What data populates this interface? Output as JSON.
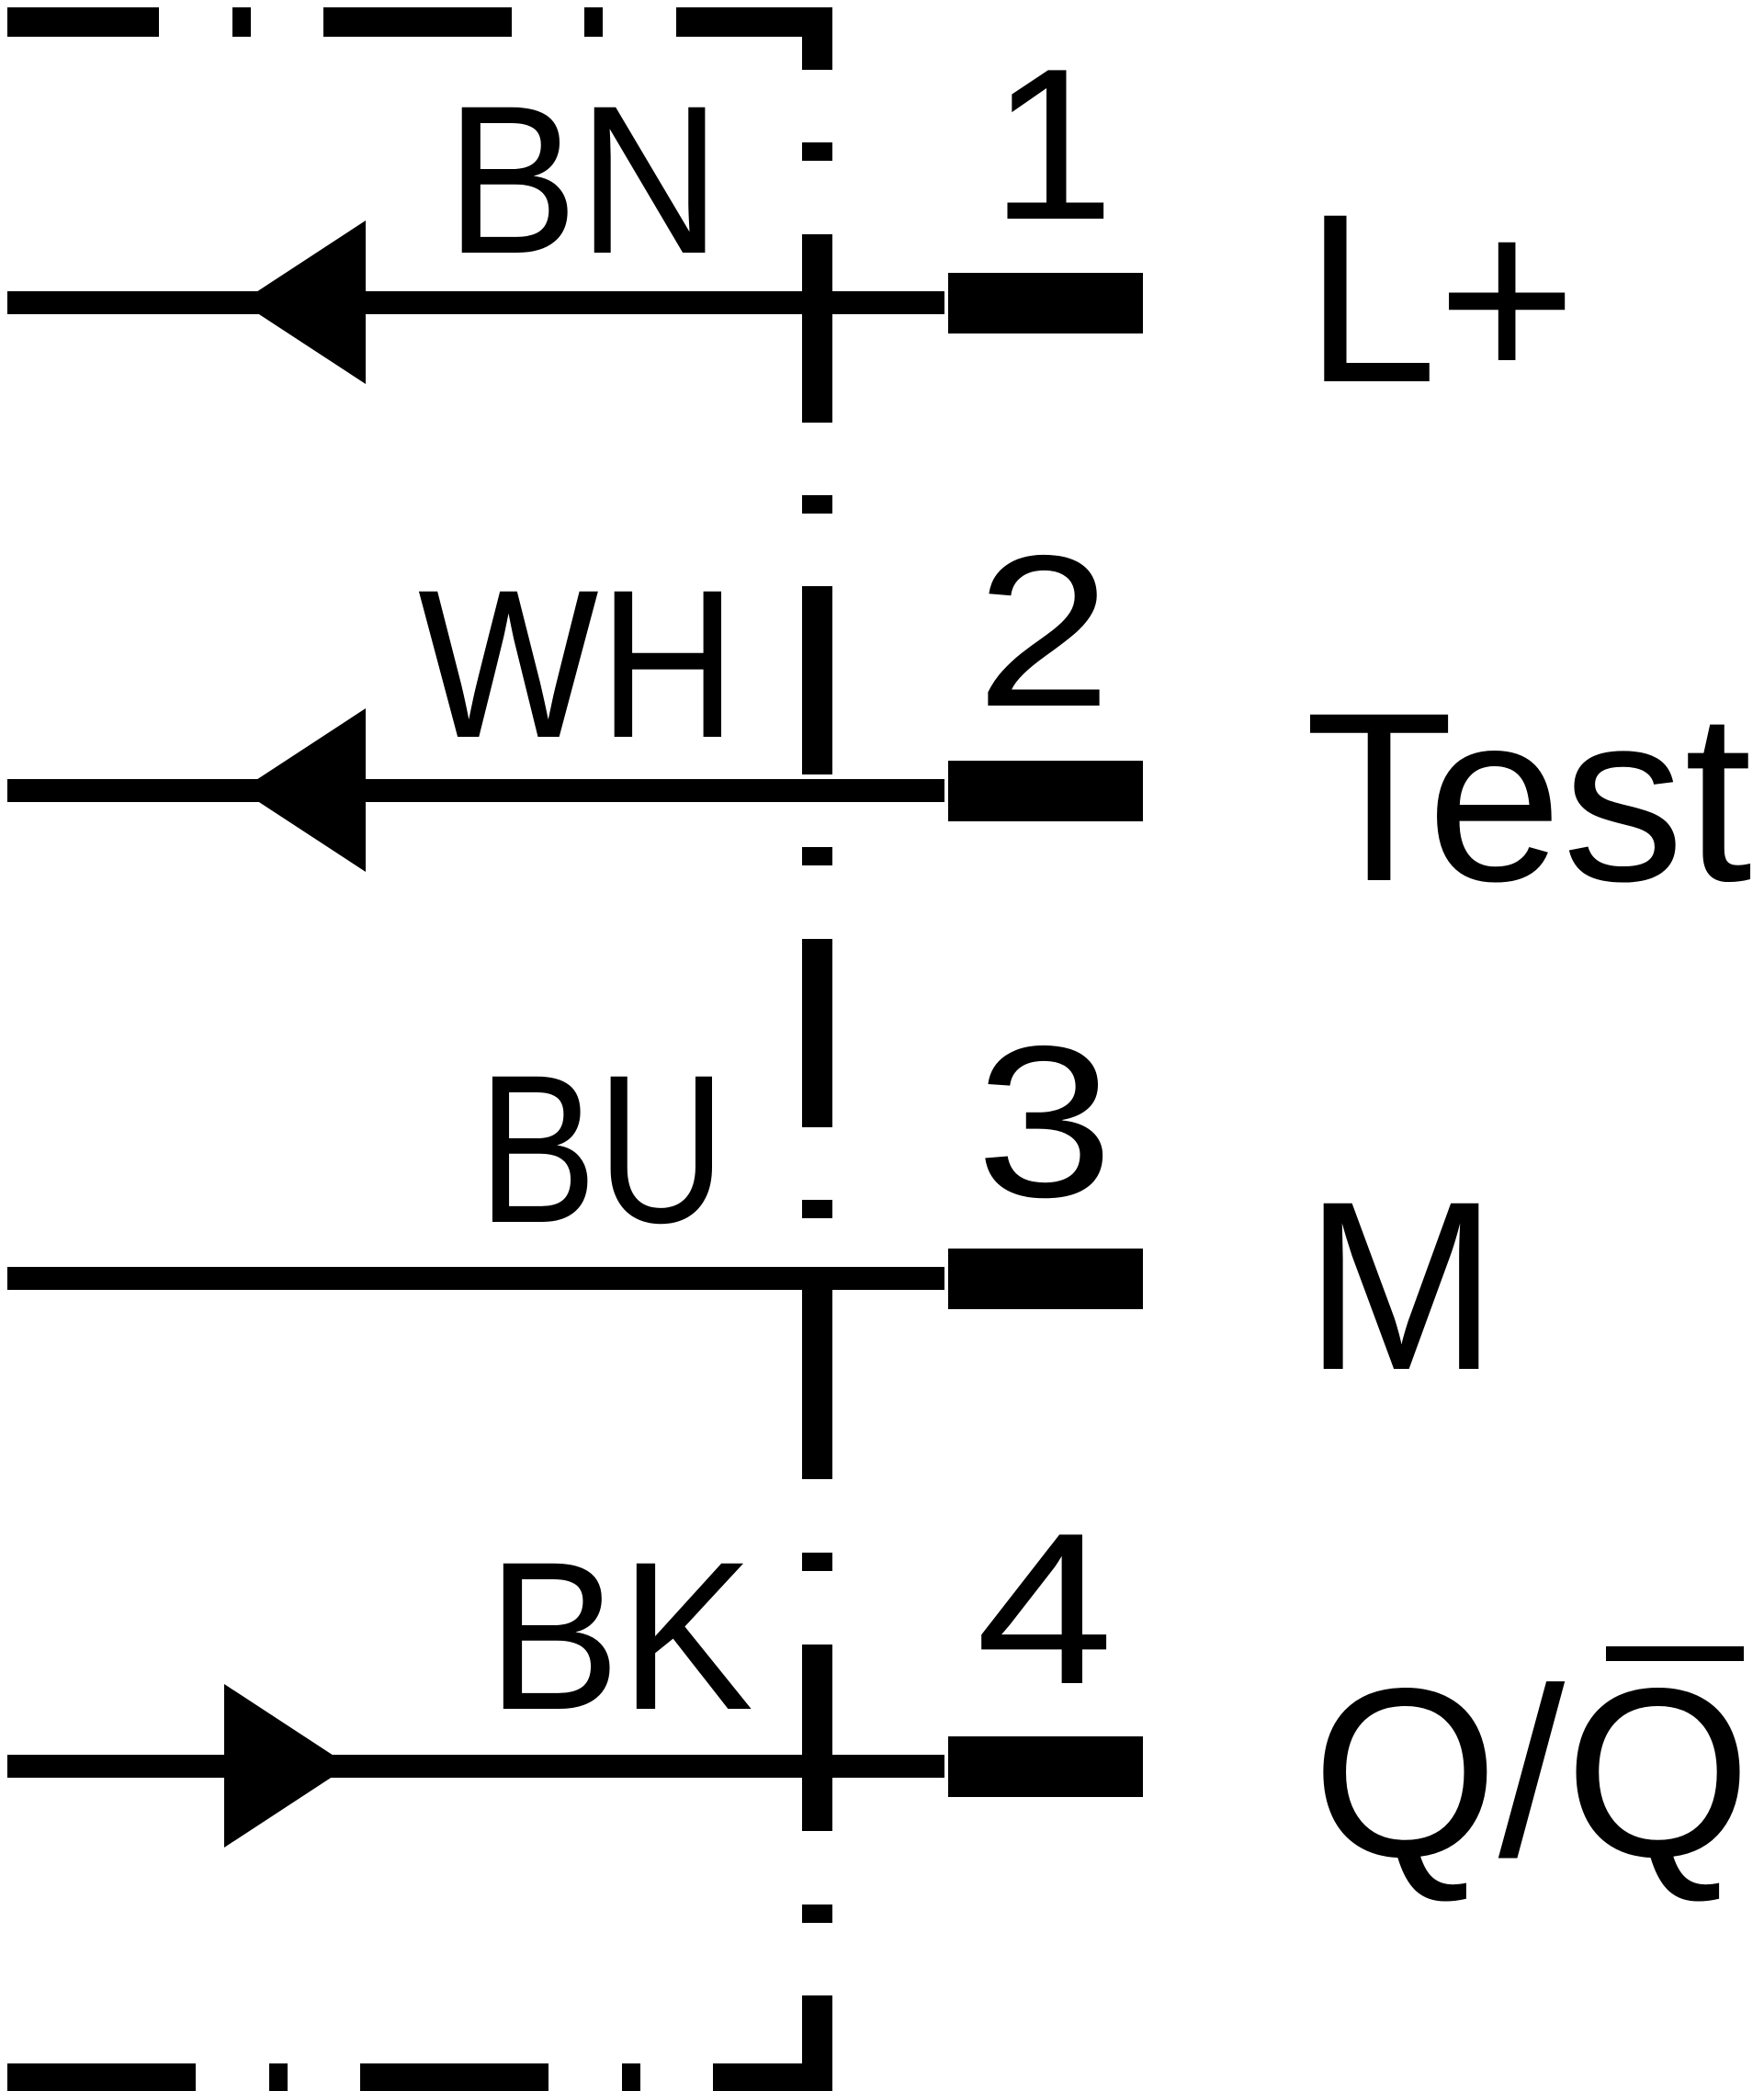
{
  "colors": {
    "ink": "#000000",
    "background": "#ffffff"
  },
  "pins": [
    {
      "wire_color": "BN",
      "pin_number": "1",
      "signal": "L+",
      "direction": "out"
    },
    {
      "wire_color": "WH",
      "pin_number": "2",
      "signal": "Test",
      "direction": "out"
    },
    {
      "wire_color": "BU",
      "pin_number": "3",
      "signal": "M",
      "direction": "none"
    },
    {
      "wire_color": "BK",
      "pin_number": "4",
      "signal_parts": [
        "Q",
        "/",
        "Q"
      ],
      "signal_overline_part": 2,
      "direction": "in"
    }
  ]
}
